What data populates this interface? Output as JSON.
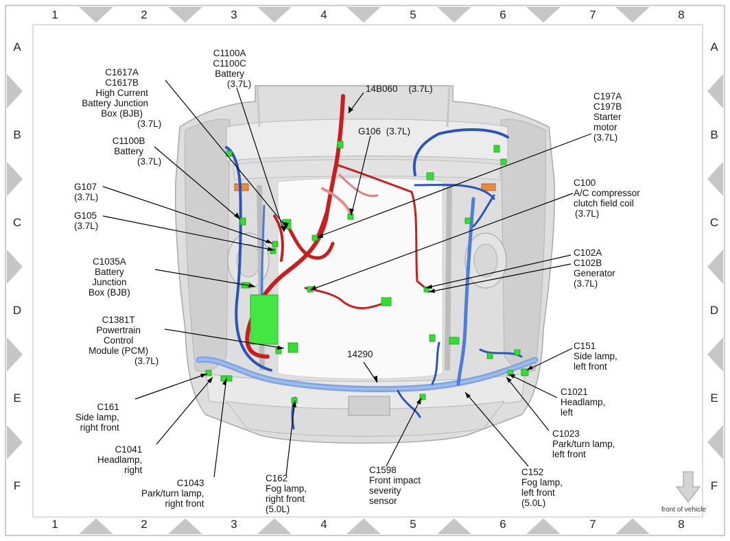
{
  "grid": {
    "columns": [
      "1",
      "2",
      "3",
      "4",
      "5",
      "6",
      "7",
      "8"
    ],
    "rows": [
      "A",
      "B",
      "C",
      "D",
      "E",
      "F"
    ]
  },
  "callouts": {
    "c1617": [
      "C1617A",
      "C1617B",
      "High Current",
      "Battery Junction",
      "Box (BJB)",
      "(3.7L)"
    ],
    "c1100ac": [
      "C1100A",
      "C1100C",
      "Battery",
      "(3.7L)"
    ],
    "c14b060": [
      "14B060",
      "(3.7L)"
    ],
    "g106": [
      "G106",
      "(3.7L)"
    ],
    "c197": [
      "C197A",
      "C197B",
      "Starter",
      "motor",
      "(3.7L)"
    ],
    "c1100b": [
      "C1100B",
      "Battery",
      "(3.7L)"
    ],
    "g107": [
      "G107",
      "(3.7L)"
    ],
    "g105": [
      "G105",
      "(3.7L)"
    ],
    "c100": [
      "C100",
      "A/C compressor",
      "clutch field coil",
      "(3.7L)"
    ],
    "c102": [
      "C102A",
      "C102B",
      "Generator",
      "(3.7L)"
    ],
    "c1035a": [
      "C1035A",
      "Battery",
      "Junction",
      "Box (BJB)"
    ],
    "c1381t": [
      "C1381T",
      "Powertrain",
      "Control",
      "Module (PCM)",
      "(3.7L)"
    ],
    "c14290": [
      "14290"
    ],
    "c151": [
      "C151",
      "Side lamp,",
      "left front"
    ],
    "c1021": [
      "C1021",
      "Headlamp,",
      "left"
    ],
    "c161": [
      "C161",
      "Side lamp,",
      "right front"
    ],
    "c1023": [
      "C1023",
      "Park/turn lamp,",
      "left front"
    ],
    "c1041": [
      "C1041",
      "Headlamp,",
      "right"
    ],
    "c1043": [
      "C1043",
      "Park/turn lamp,",
      "right front"
    ],
    "c162": [
      "C162",
      "Fog lamp,",
      "right front",
      "(5.0L)"
    ],
    "c1598": [
      "C1598",
      "Front impact",
      "severity",
      "sensor"
    ],
    "c152": [
      "C152",
      "Fog lamp,",
      "left front",
      "(5.0L)"
    ]
  },
  "front_of_vehicle": "front of vehicle",
  "colors": {
    "harness_red": "#d42020",
    "harness_blue": "#3a6fd0",
    "main_harness": "#7fa3e0",
    "connector_green": "#33dd33",
    "bracket_orange": "#e88a40",
    "body_gray": "#c8c8c8",
    "frame_triangle": "#c8c8c8"
  }
}
